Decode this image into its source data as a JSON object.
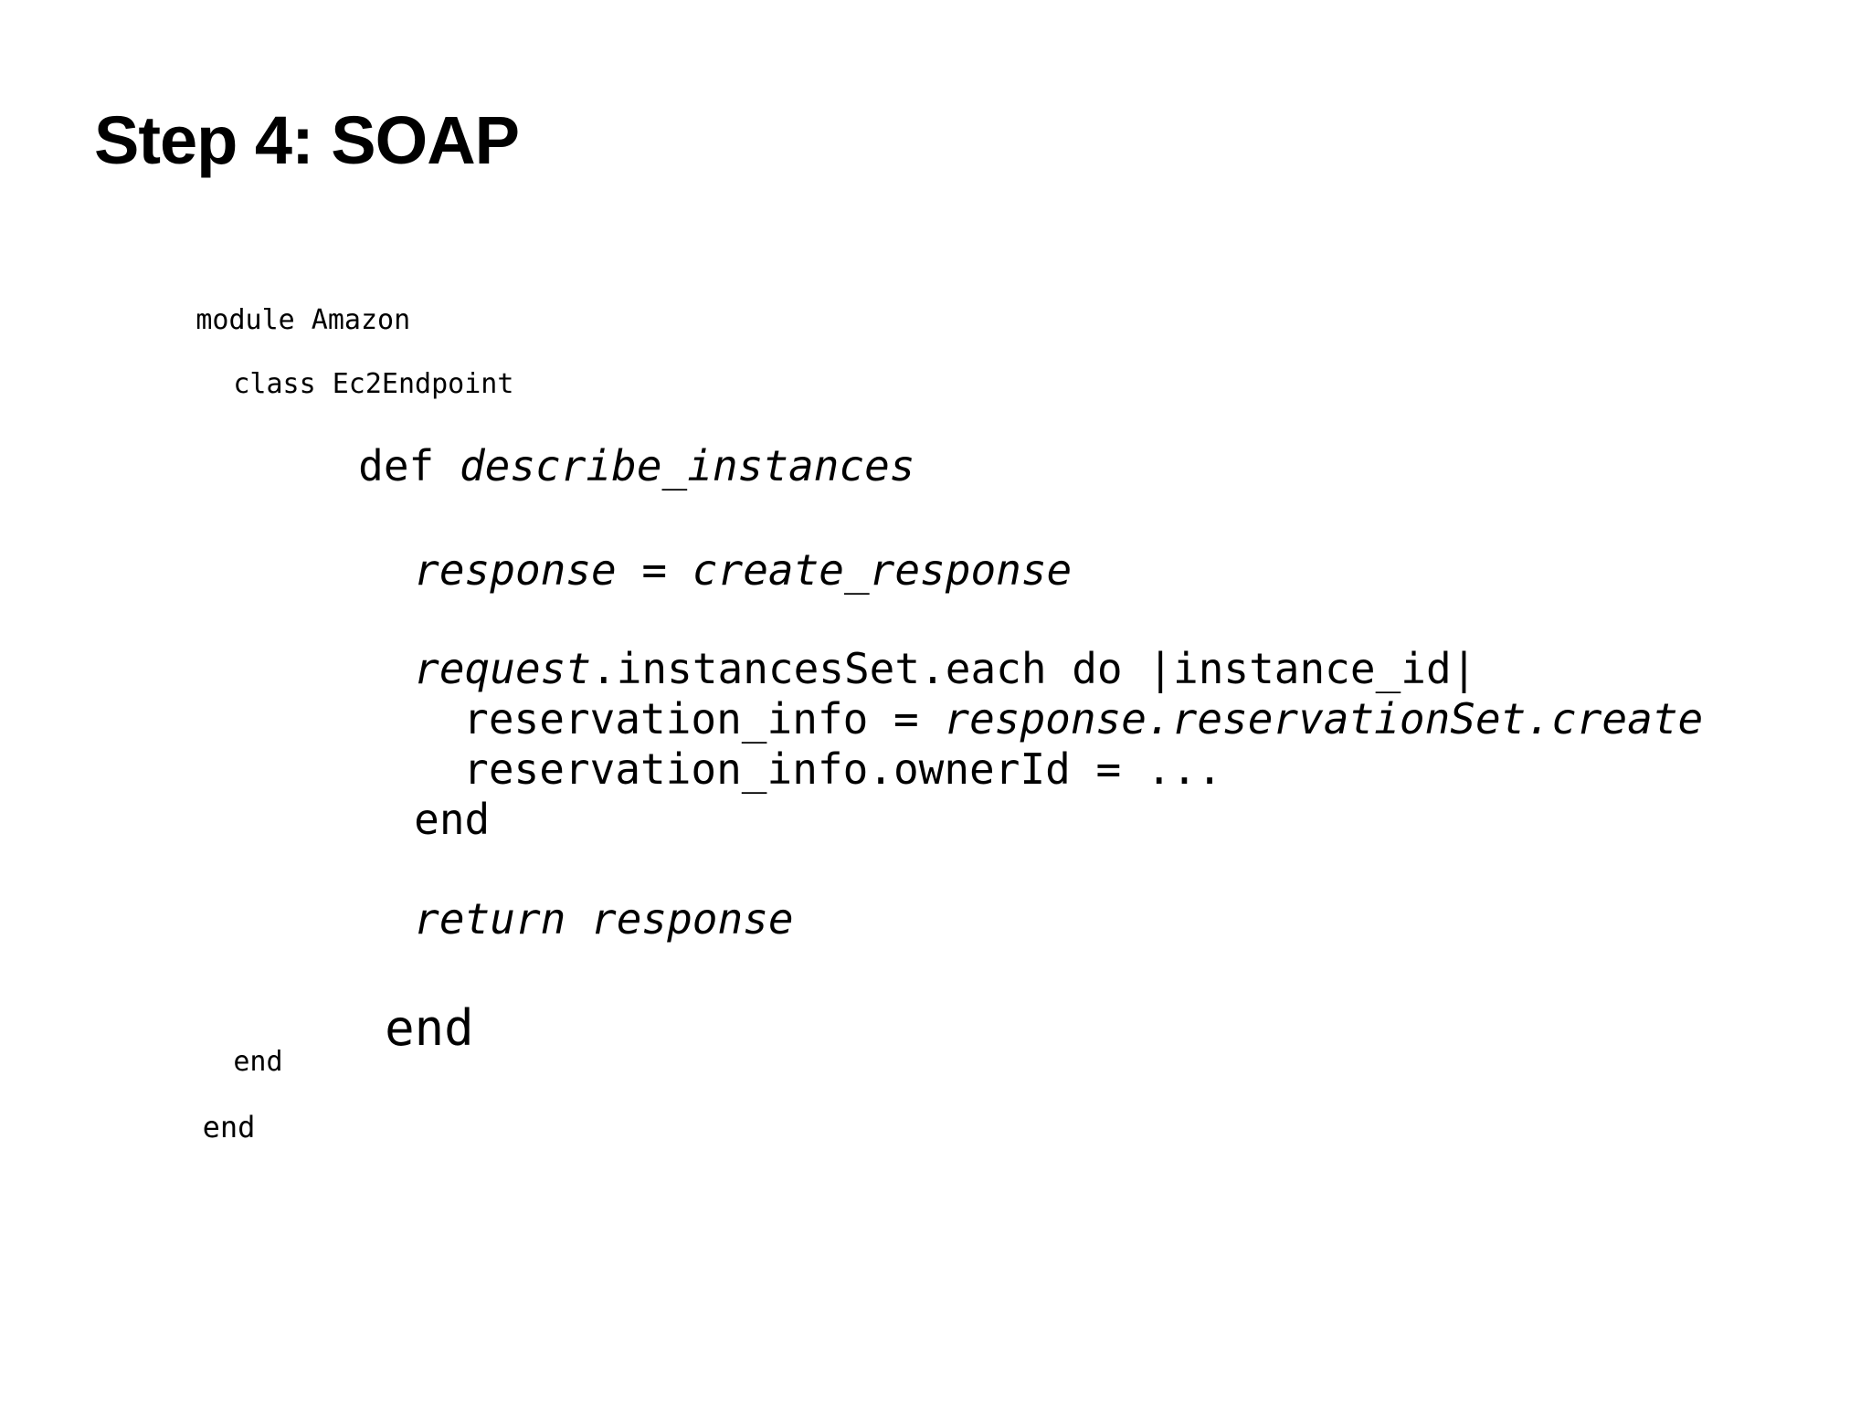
{
  "slide": {
    "title": "Step 4: SOAP",
    "background_color": "#ffffff",
    "text_color": "#000000"
  },
  "code": {
    "language": "ruby",
    "lines": [
      {
        "id": "module",
        "indent_level": 0,
        "segments": [
          {
            "text": "module Amazon",
            "style": "upright"
          }
        ]
      },
      {
        "id": "class",
        "indent_level": 1,
        "segments": [
          {
            "text": "class Ec2Endpoint",
            "style": "upright"
          }
        ]
      },
      {
        "id": "def",
        "indent_level": 2,
        "segments": [
          {
            "text": "def ",
            "style": "upright"
          },
          {
            "text": "describe_instances",
            "style": "italic"
          }
        ]
      },
      {
        "id": "response-assign",
        "indent_level": 3,
        "segments": [
          {
            "text": "response = create_response",
            "style": "italic"
          }
        ]
      },
      {
        "id": "request-each",
        "indent_level": 3,
        "segments": [
          {
            "text": "request",
            "style": "italic"
          },
          {
            "text": ".instancesSet.each do |instance_id|",
            "style": "upright"
          }
        ]
      },
      {
        "id": "reservation-info-assign",
        "indent_level": 4,
        "segments": [
          {
            "text": "reservation_info = ",
            "style": "upright"
          },
          {
            "text": "response.reservationSet.create",
            "style": "italic"
          }
        ]
      },
      {
        "id": "reservation-owner-assign",
        "indent_level": 4,
        "segments": [
          {
            "text": "reservation_info.ownerId = ...",
            "style": "upright"
          }
        ]
      },
      {
        "id": "end-each",
        "indent_level": 3,
        "segments": [
          {
            "text": "end",
            "style": "upright"
          }
        ]
      },
      {
        "id": "return",
        "indent_level": 3,
        "segments": [
          {
            "text": "return response",
            "style": "italic"
          }
        ]
      },
      {
        "id": "end-def",
        "indent_level": 2,
        "segments": [
          {
            "text": "end",
            "style": "upright"
          }
        ]
      },
      {
        "id": "end-class",
        "indent_level": 1,
        "segments": [
          {
            "text": "end",
            "style": "upright"
          }
        ]
      },
      {
        "id": "end-module",
        "indent_level": 0,
        "segments": [
          {
            "text": "end",
            "style": "upright"
          }
        ]
      }
    ]
  }
}
